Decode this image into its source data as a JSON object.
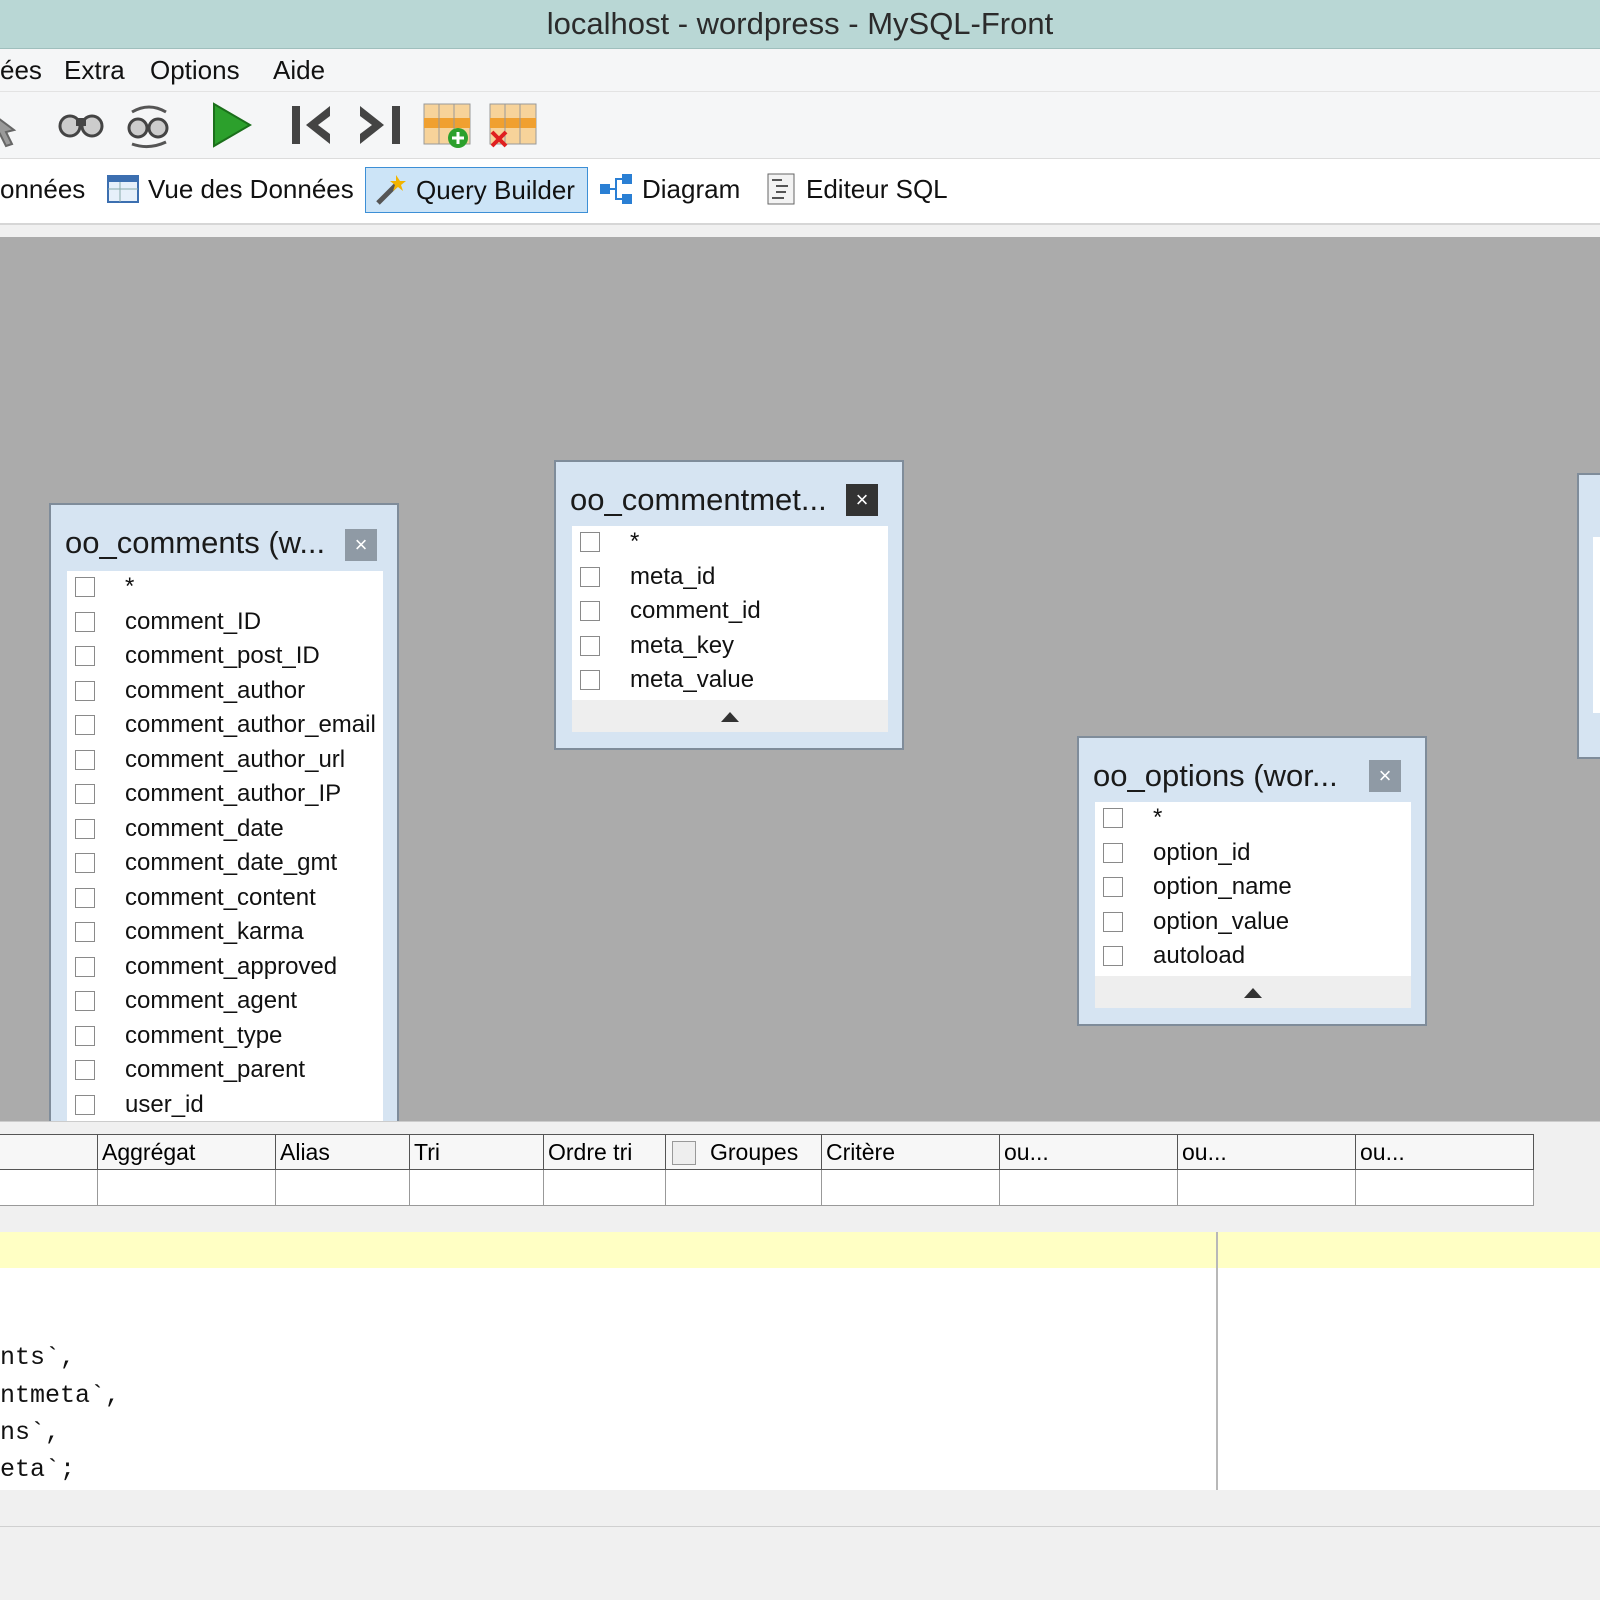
{
  "window": {
    "title": "localhost - wordpress - MySQL-Front"
  },
  "menu": {
    "items": [
      "ées",
      "Extra",
      "Options",
      "Aide"
    ]
  },
  "toolbar": {
    "icons": [
      "arrow-icon",
      "find-icon",
      "replace-icon",
      "run-icon",
      "first-record-icon",
      "last-record-icon",
      "insert-record-icon",
      "delete-record-icon"
    ]
  },
  "views": {
    "tabs": [
      {
        "label": "onnées",
        "icon": "database-icon"
      },
      {
        "label": "Vue des Données",
        "icon": "data-view-icon"
      },
      {
        "label": "Query Builder",
        "icon": "wand-icon",
        "active": true
      },
      {
        "label": "Diagram",
        "icon": "diagram-icon"
      },
      {
        "label": "Editeur SQL",
        "icon": "sql-editor-icon"
      }
    ]
  },
  "tables": [
    {
      "title": "oo_comments (w...",
      "close": "×",
      "fields": [
        "*",
        "comment_ID",
        "comment_post_ID",
        "comment_author",
        "comment_author_email",
        "comment_author_url",
        "comment_author_IP",
        "comment_date",
        "comment_date_gmt",
        "comment_content",
        "comment_karma",
        "comment_approved",
        "comment_agent",
        "comment_type",
        "comment_parent",
        "user_id"
      ]
    },
    {
      "title": "oo_commentmet...",
      "close": "×",
      "fields": [
        "*",
        "meta_id",
        "comment_id",
        "meta_key",
        "meta_value"
      ]
    },
    {
      "title": "oo_options (wor...",
      "close": "×",
      "fields": [
        "*",
        "option_id",
        "option_name",
        "option_value",
        "autoload"
      ]
    }
  ],
  "grid": {
    "columns": [
      "",
      "Aggrégat",
      "Alias",
      "Tri",
      "Ordre tri",
      "Groupes",
      "Critère",
      "ou...",
      "ou...",
      "ou..."
    ]
  },
  "sql": {
    "lines": [
      "nts`,",
      "ntmeta`,",
      "ns`,",
      "eta`;"
    ]
  },
  "colors": {
    "active_tab_bg": "#cce4f7",
    "canvas_bg": "#ababab",
    "table_frame": "#d6e4f2",
    "title_bar": "#b9d7d5"
  }
}
